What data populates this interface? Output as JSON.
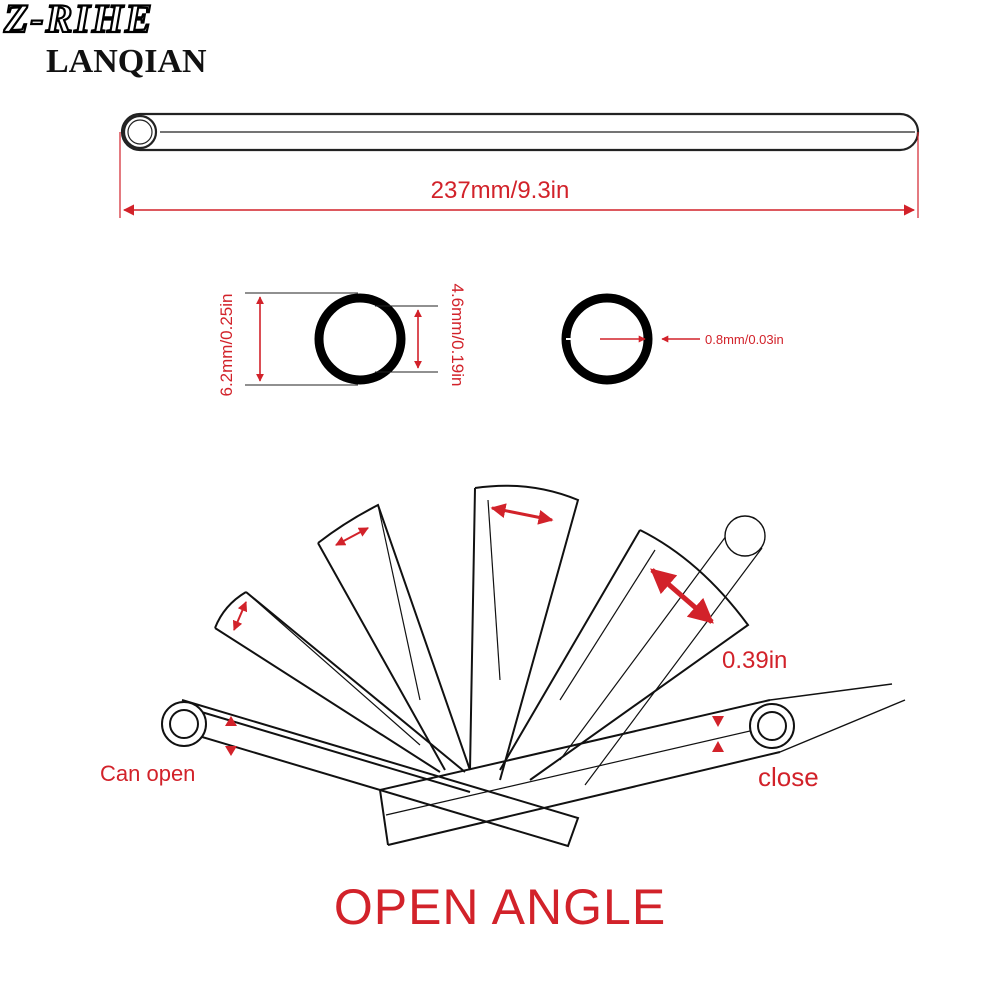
{
  "brand": {
    "logo_text_1": "Z-RIHE",
    "logo_text_2": "LANQIAN"
  },
  "dimensions": {
    "length": "237mm/9.3in",
    "outer_diameter": "6.2mm/0.25in",
    "inner_diameter": "4.6mm/0.19in",
    "wall_thickness": "0.8mm/0.03in"
  },
  "open_angle": {
    "slot_width": "0.39in",
    "left_label": "Can open",
    "right_label": "close",
    "title": "OPEN ANGLE"
  },
  "colors": {
    "accent": "#d2222a",
    "line": "#000000",
    "background": "#ffffff"
  }
}
